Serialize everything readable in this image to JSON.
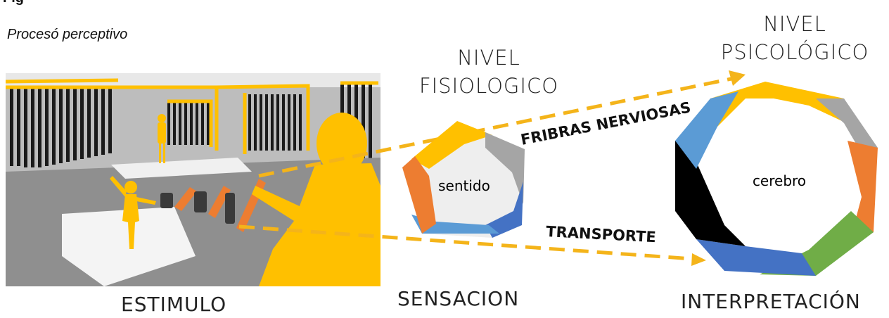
{
  "figure": {
    "heading": "Fig",
    "subtitle": "Procesó perceptivo"
  },
  "levels": {
    "physiological": {
      "line1": "NIVEL",
      "line2": "FISIOLOGICO"
    },
    "psychological": {
      "line1": "NIVEL",
      "line2": "PSICOLÓGICO"
    }
  },
  "stages": {
    "stimulus": "ESTIMULO",
    "sensation": "SENSACION",
    "interpretation": "INTERPRETACIÓN"
  },
  "arrows": {
    "nerve_fibers": "FRIBRAS NERVIOSAS",
    "transport": "TRANSPORTE"
  },
  "nodes": {
    "sense": "sentido",
    "brain": "cerebro"
  },
  "colors": {
    "yellow": "#FFC000",
    "orange": "#ED7D31",
    "gray": "#A5A5A5",
    "dark_blue": "#4472C4",
    "light_blue": "#5B9BD5",
    "green": "#70AD47",
    "black": "#000000",
    "arrow": "#F4B41A"
  }
}
